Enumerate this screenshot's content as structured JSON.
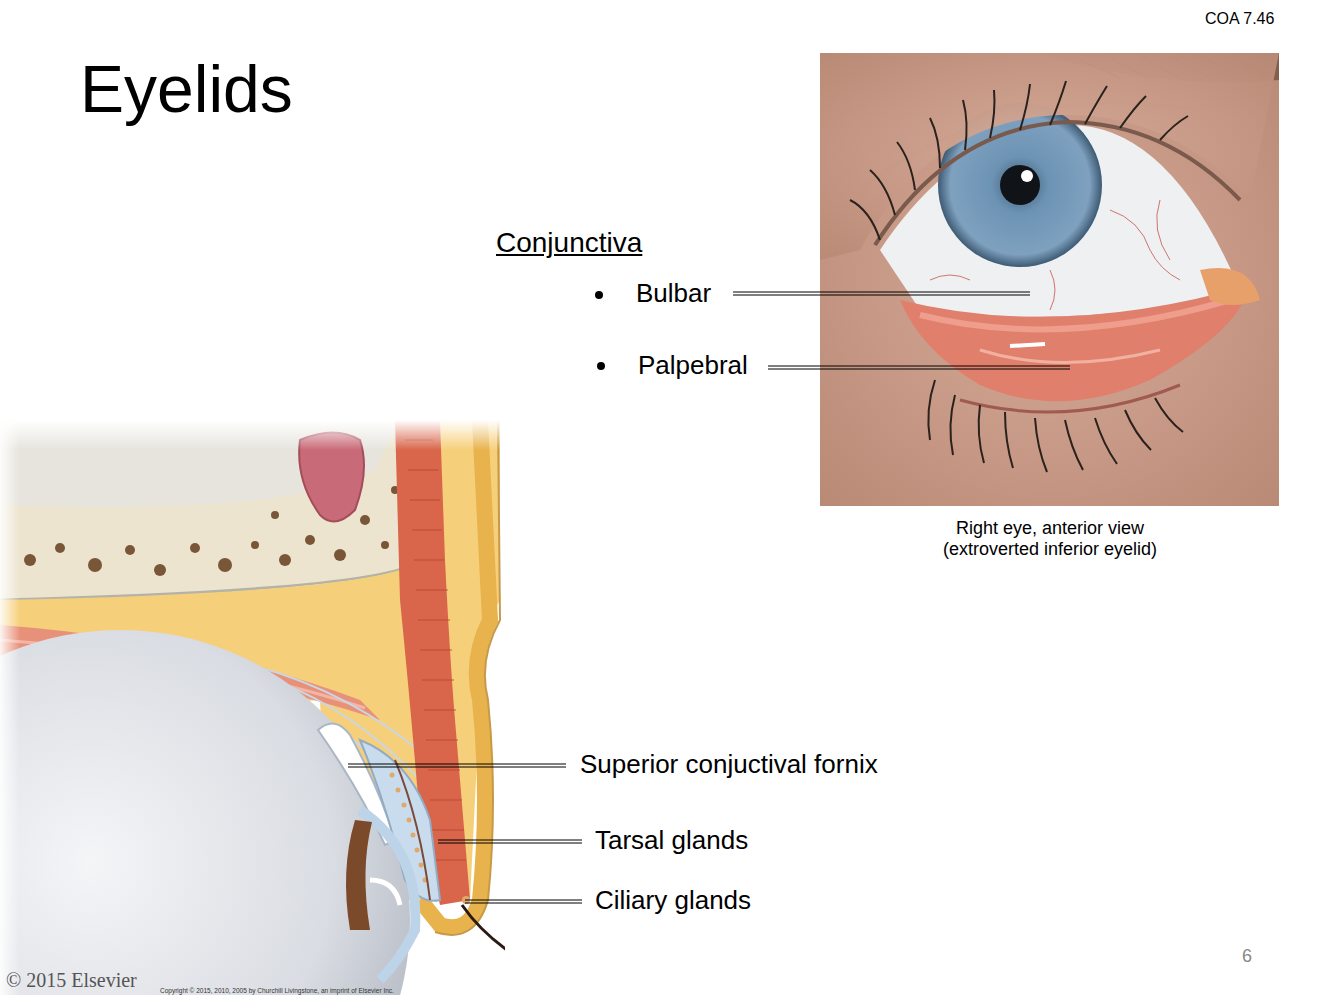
{
  "diagram": {
    "title": "Eyelids",
    "caption": "Right eye, anterior view (extroverted inferior eyelid)",
    "labels": [
      "COA 7.46",
      "Conjunctiva",
      "Bulbar",
      "Palpebral",
      "Superior conjuctival fornix",
      "Tarsal glands",
      "Ciliary glands",
      "6",
      "© 2015 Elsevier",
      "Copyright © 2015, 2010, 2005 by Churchill Livingstone, an imprint of Elsevier Inc."
    ]
  }
}
